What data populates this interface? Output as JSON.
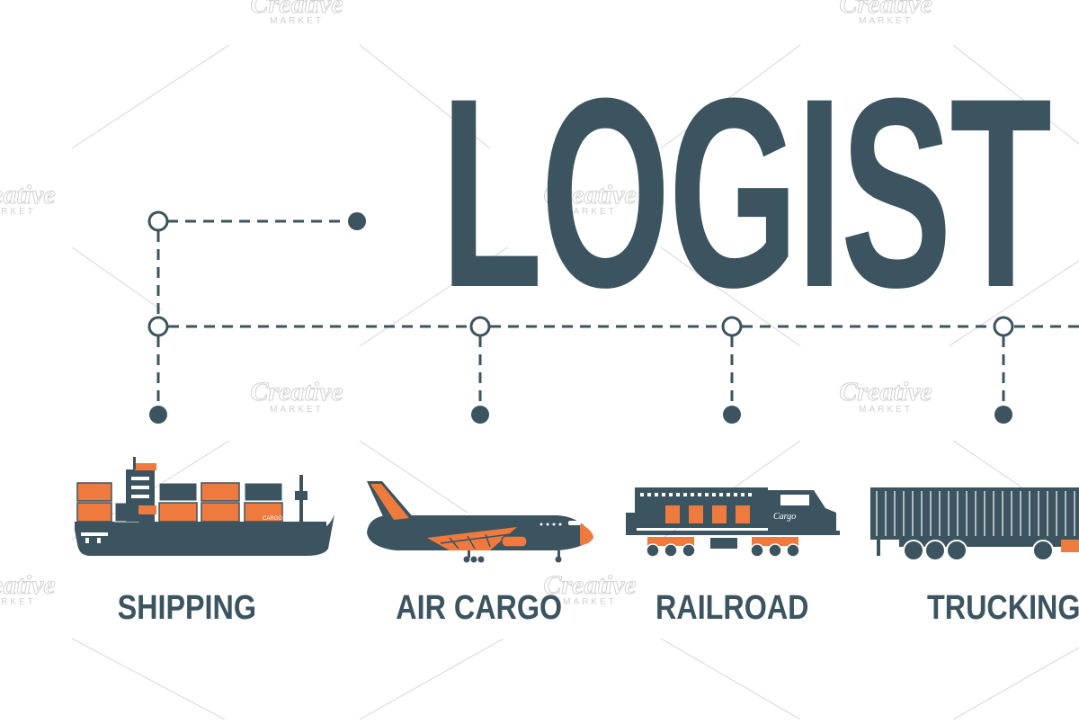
{
  "title": "LOGIST",
  "watermark": {
    "brand": "Creative",
    "sub": "MARKET"
  },
  "colors": {
    "slate": "#3c5460",
    "orange": "#ef7a3d",
    "watermark": "#d7d7d7"
  },
  "modes": [
    {
      "label": "SHIPPING",
      "icon": "container-ship-icon"
    },
    {
      "label": "AIR CARGO",
      "icon": "cargo-plane-icon"
    },
    {
      "label": "RAILROAD",
      "icon": "locomotive-icon"
    },
    {
      "label": "TRUCKING",
      "icon": "truck-icon"
    }
  ],
  "icon_text": {
    "ship_hull": "CARGO",
    "locomotive": "Cargo"
  }
}
